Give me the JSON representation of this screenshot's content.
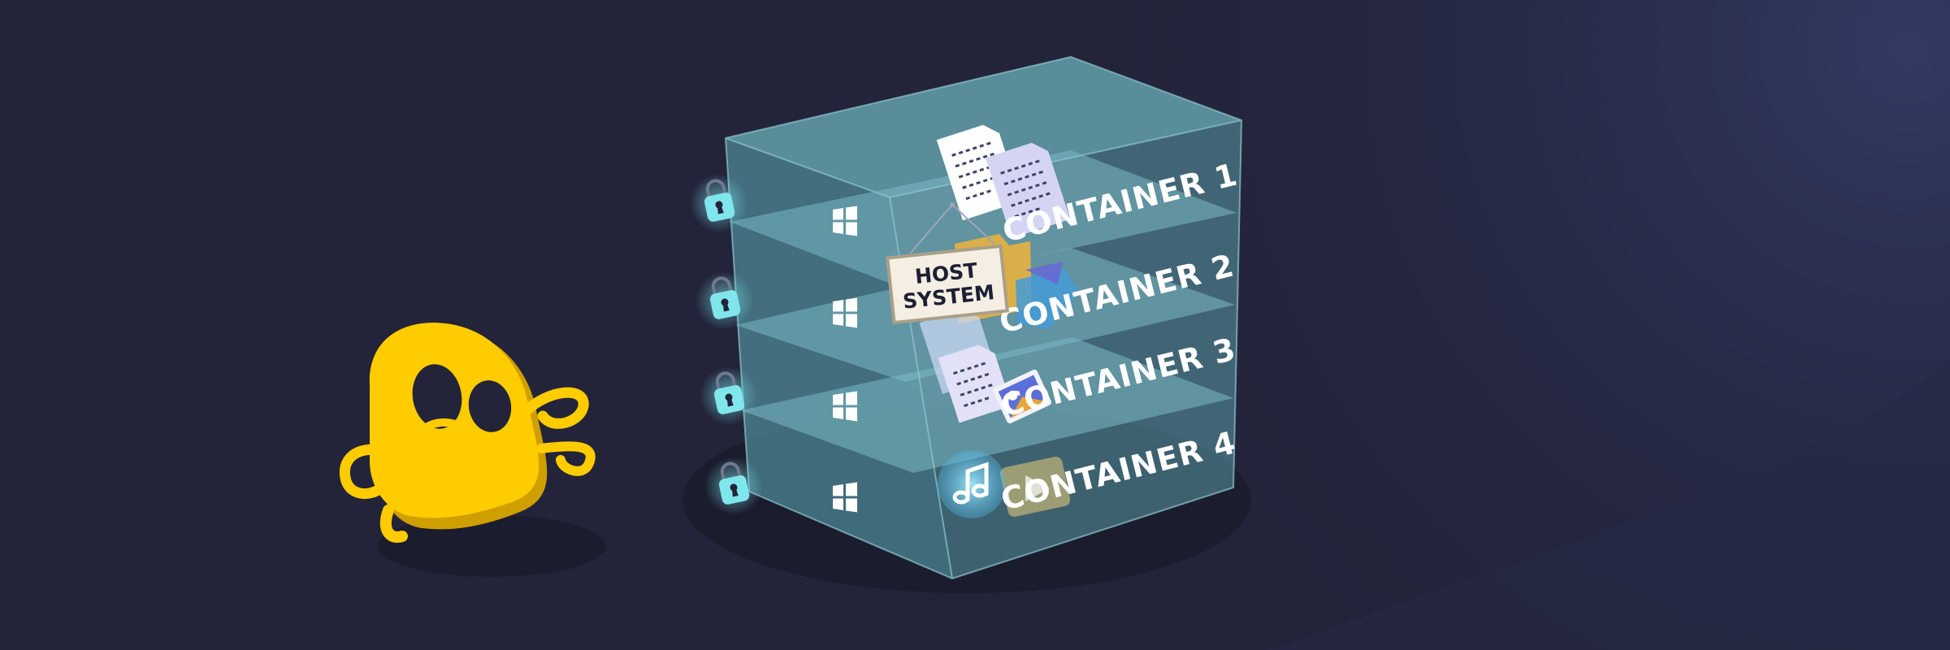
{
  "host_sign": {
    "line1": "HOST",
    "line2": "SYSTEM"
  },
  "containers": [
    {
      "label": "CONTAINER 1",
      "content_icon": "document-icon"
    },
    {
      "label": "CONTAINER 2",
      "content_icon": "folder-icon"
    },
    {
      "label": "CONTAINER 3",
      "content_icon": "image-icon"
    },
    {
      "label": "CONTAINER 4",
      "content_icon": "music-icon"
    }
  ],
  "icons": {
    "lock": "padlock-icon",
    "os": "windows-logo-icon",
    "mascot": "yellow-ghost-mascot"
  },
  "colors": {
    "background": "#23243a",
    "glass": "#5fa3ad",
    "lock": "#7fe6ec",
    "mascot": "#ffcc00",
    "label_text": "#ffffff",
    "sign": "#f4efe2"
  }
}
